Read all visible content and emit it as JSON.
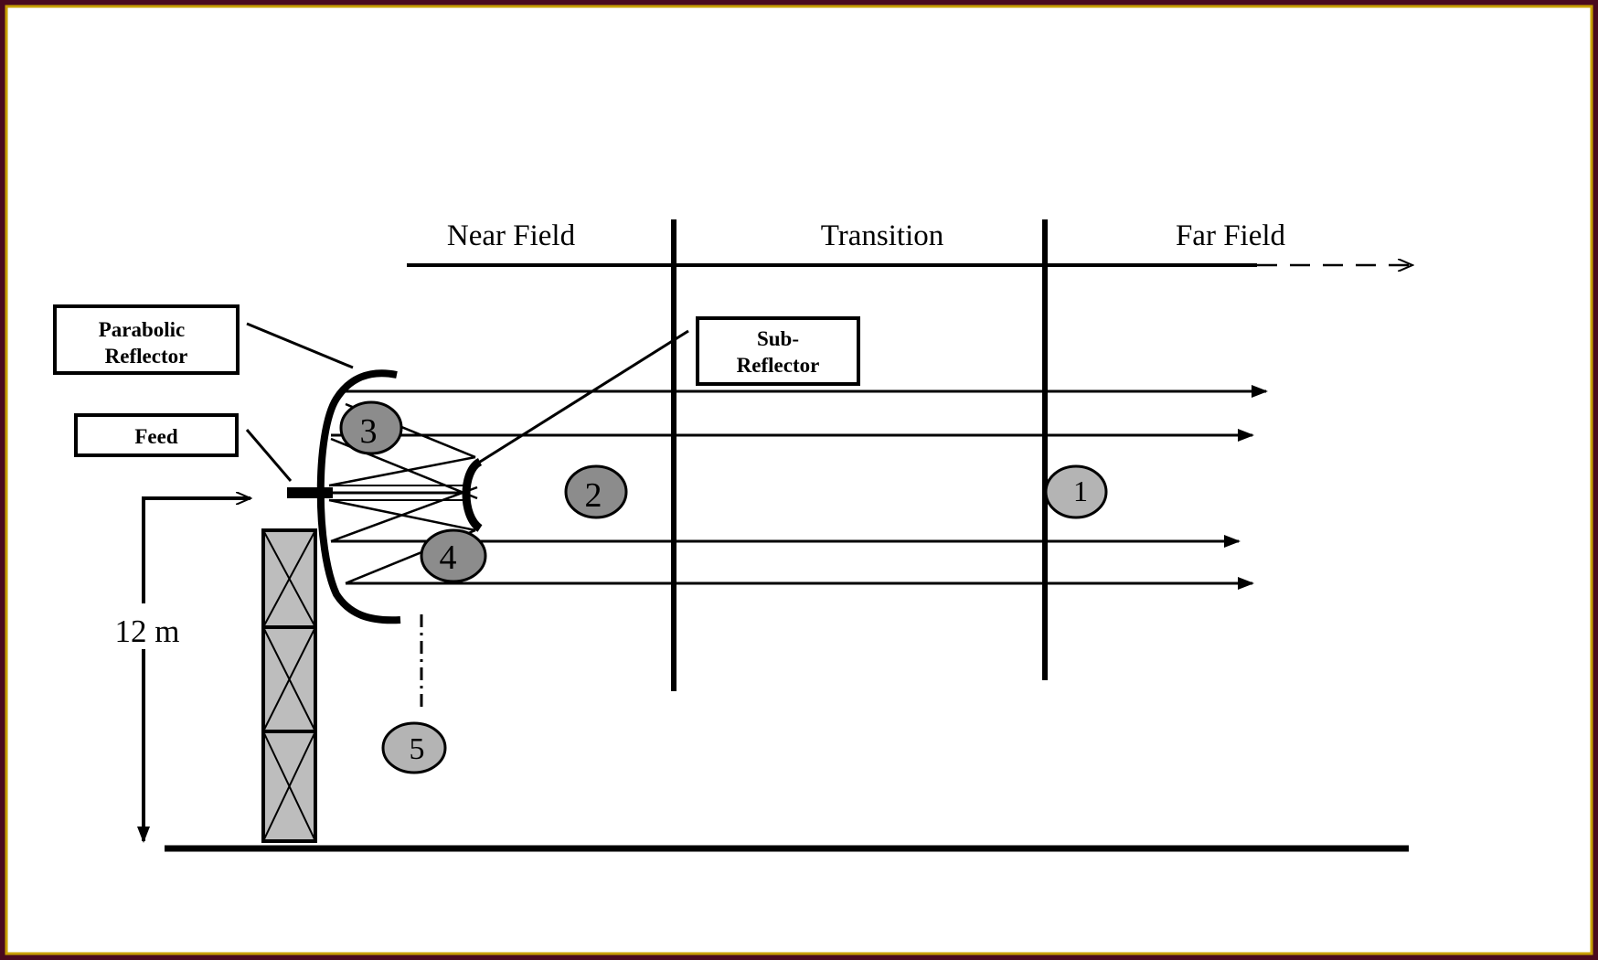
{
  "zones": {
    "near_field": "Near Field",
    "transition": "Transition",
    "far_field": "Far Field"
  },
  "labels": {
    "parabolic_line1": "Parabolic",
    "parabolic_line2": "Reflector",
    "sub_line1": "Sub-",
    "sub_line2": "Reflector",
    "feed": "Feed",
    "height": "12 m"
  },
  "markers": [
    "1",
    "2",
    "3",
    "4",
    "5"
  ],
  "colors": {
    "background": "#ffffff",
    "border": "#c8a000",
    "ink": "#000000",
    "marker_fill_dark": "#8c8c8c",
    "marker_fill_light": "#b4b4b4",
    "tower_fill": "#bdbdbd"
  }
}
